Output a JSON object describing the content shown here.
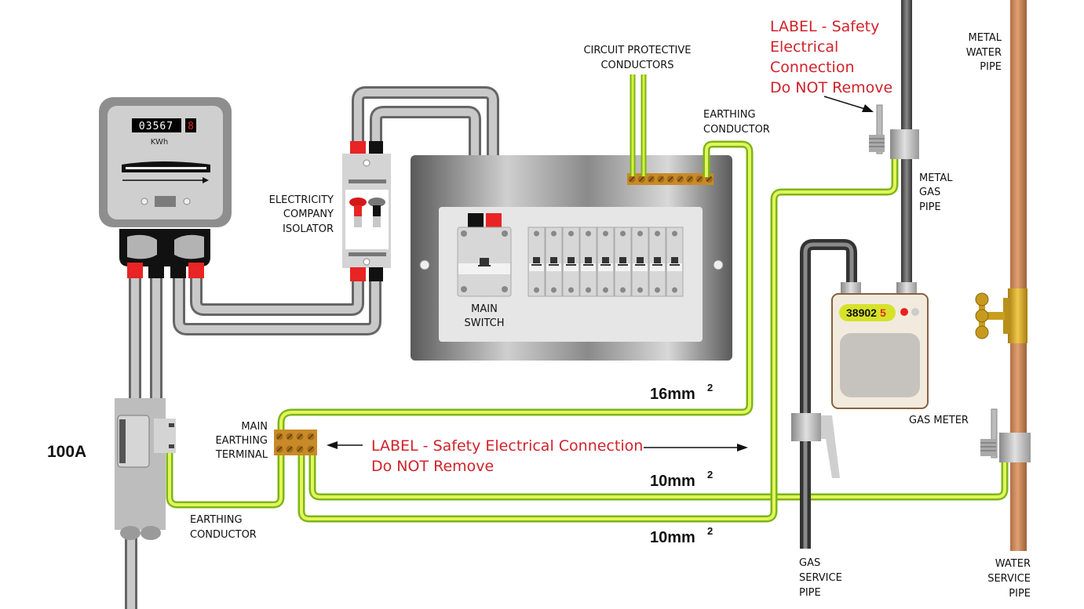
{
  "title": "Main equipotential bonding / earthing arrangement",
  "electric_meter": {
    "reading": "03567",
    "reading_last_digit": "8",
    "unit": "KWh"
  },
  "labels": {
    "isolator": [
      "ELECTRICITY",
      "COMPANY",
      "ISOLATOR"
    ],
    "main_switch": [
      "MAIN",
      "SWITCH"
    ],
    "cpc": [
      "CIRCUIT PROTECTIVE",
      "CONDUCTORS"
    ],
    "earthing_conductor_top": [
      "EARTHING",
      "CONDUCTOR"
    ],
    "earthing_conductor_bottom": [
      "EARTHING",
      "CONDUCTOR"
    ],
    "main_earthing_terminal": [
      "MAIN",
      "EARTHING",
      "TERMINAL"
    ],
    "fuse_rating": "100A",
    "metal_gas_pipe": [
      "METAL",
      "GAS",
      "PIPE"
    ],
    "metal_water_pipe": [
      "METAL",
      "WATER",
      "PIPE"
    ],
    "gas_meter": "GAS METER",
    "gas_service_pipe": [
      "GAS",
      "SERVICE",
      "PIPE"
    ],
    "water_service_pipe": [
      "WATER",
      "SERVICE",
      "PIPE"
    ]
  },
  "warnings": {
    "top": [
      "LABEL - Safety",
      "Electrical",
      "Connection",
      "Do NOT Remove"
    ],
    "middle": [
      "LABEL - Safety Electrical Connection",
      "Do NOT Remove"
    ]
  },
  "cable_sizes": {
    "earthing": "16mm",
    "bond_water": "10mm",
    "bond_gas": "10mm",
    "superscript": "2"
  },
  "consumer_unit": {
    "mcb_count": 9
  },
  "gas_meter": {
    "reading": "38902",
    "reading_last_digit": "5"
  },
  "colors": {
    "warning_red": "#d0232a",
    "earth_green": "#8dc21f",
    "earth_yellow": "#e8f56a",
    "copper": "#c98a5e",
    "brass": "#c79a1f"
  }
}
